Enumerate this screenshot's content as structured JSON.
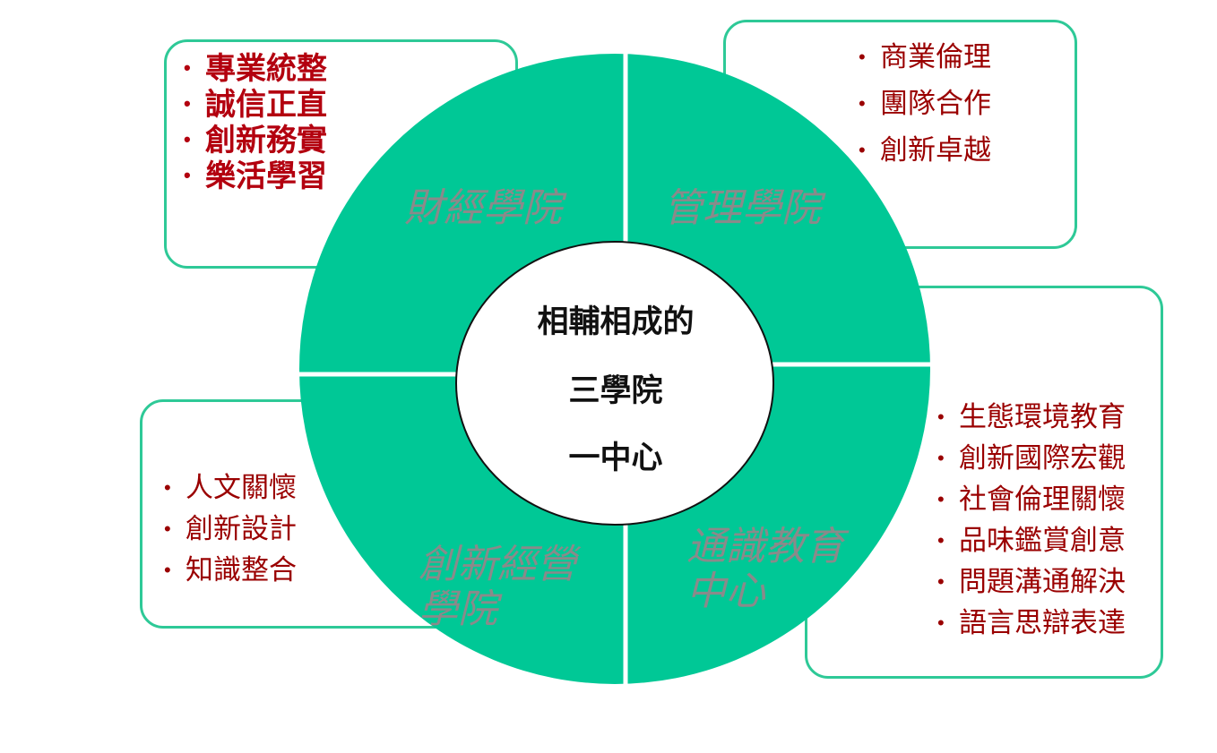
{
  "center": {
    "lines": [
      "相輔相成的",
      "三學院",
      "一中心"
    ]
  },
  "quadrants": {
    "top_left": {
      "label": "財經學院"
    },
    "top_right": {
      "label": "管理學院"
    },
    "bottom_left": {
      "label": "創新經營學院"
    },
    "bottom_right": {
      "label": "通識教育中心"
    }
  },
  "boxes": {
    "top_left": {
      "items": [
        "專業統整",
        "誠信正直",
        "創新務實",
        "樂活學習"
      ]
    },
    "top_right": {
      "items": [
        "商業倫理",
        "團隊合作",
        "創新卓越"
      ]
    },
    "bottom_left": {
      "items": [
        "人文關懷",
        "創新設計",
        "知識整合"
      ]
    },
    "bottom_right": {
      "items": [
        "生態環境教育",
        "創新國際宏觀",
        "社會倫理關懷",
        "品味鑑賞創意",
        "問題溝通解決",
        "語言思辯表達"
      ]
    }
  },
  "colors": {
    "ring": "#00c896",
    "box_border": "#2ec997",
    "item_text": "#b3000f",
    "quadrant_label": "#8a8a8a"
  }
}
